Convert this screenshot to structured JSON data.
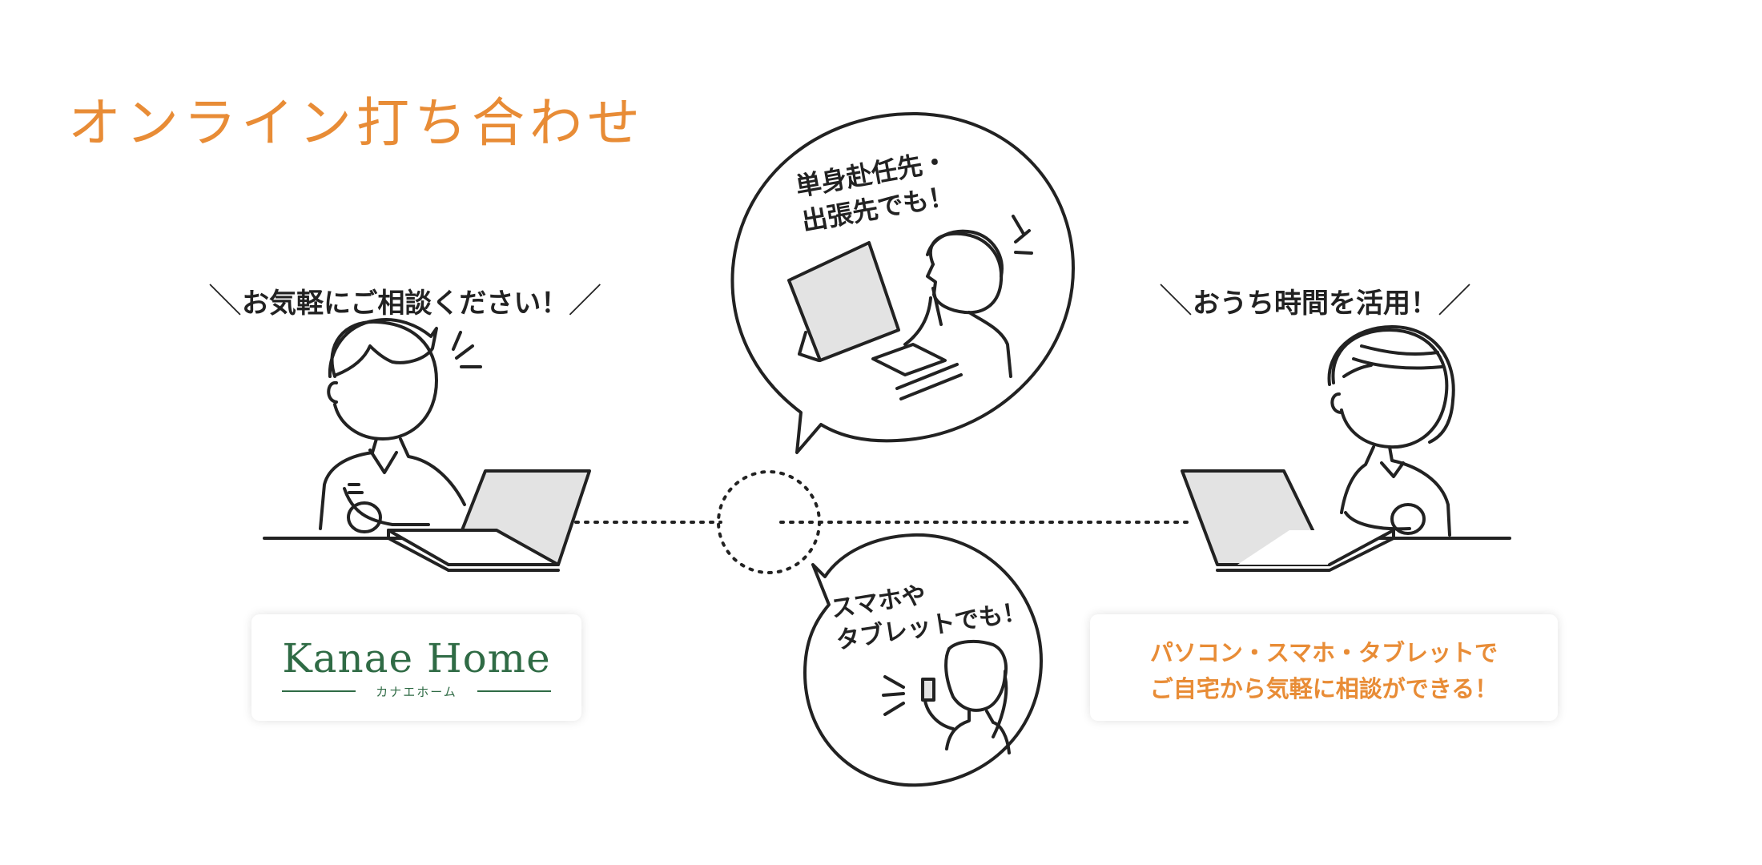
{
  "title": "オンライン打ち合わせ",
  "left_caption": {
    "slash_open": "＼",
    "text": "お気軽にご相談ください！",
    "slash_close": "／"
  },
  "right_caption": {
    "slash_open": "＼",
    "text": "おうち時間を活用！",
    "slash_close": "／"
  },
  "bubble_top": {
    "line1": "単身赴任先・",
    "line2": "出張先でも！"
  },
  "bubble_bottom": {
    "line1": "スマホや",
    "line2": "タブレットでも！"
  },
  "logo": {
    "name": "Kanae Home",
    "kana": "カナエホーム"
  },
  "info": {
    "line1": "パソコン・スマホ・タブレットで",
    "line2": "ご自宅から気軽に相談ができる！"
  },
  "colors": {
    "accent": "#e88c36",
    "logo_green": "#2f6b45",
    "line": "#222222",
    "screen": "#e3e3e3"
  }
}
